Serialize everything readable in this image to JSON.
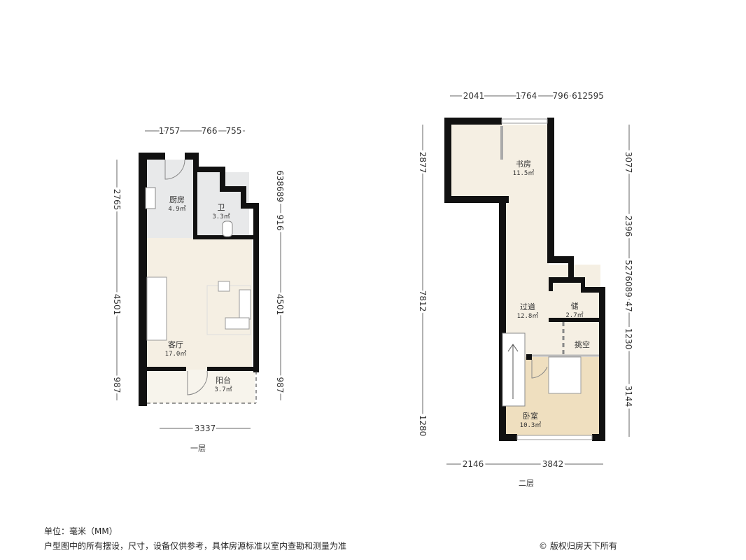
{
  "floor1": {
    "label": "一层",
    "rooms": {
      "kitchen": {
        "name": "厨房",
        "area": "4.9㎡"
      },
      "bath": {
        "name": "卫",
        "area": "3.3㎡"
      },
      "living": {
        "name": "客厅",
        "area": "17.0㎡"
      },
      "balcony": {
        "name": "阳台",
        "area": "3.7㎡"
      }
    },
    "dims_top": [
      "1757",
      "766",
      "755"
    ],
    "dims_left": [
      "2765",
      "4501",
      "987"
    ],
    "dims_right": [
      "638689",
      "916",
      "4501",
      "987"
    ],
    "dims_bottom": [
      "3337"
    ]
  },
  "floor2": {
    "label": "二层",
    "rooms": {
      "study": {
        "name": "书房",
        "area": "11.5㎡"
      },
      "corridor": {
        "name": "过道",
        "area": "12.8㎡"
      },
      "storage": {
        "name": "储",
        "area": "2.7㎡"
      },
      "void": {
        "name": "挑空"
      },
      "bedroom": {
        "name": "卧室",
        "area": "10.3㎡"
      }
    },
    "dims_top": [
      "2041",
      "1764",
      "796",
      "612595"
    ],
    "dims_left": [
      "2877",
      "7812",
      "1280"
    ],
    "dims_right": [
      "3077",
      "2396",
      "5276089",
      "47",
      "1230",
      "3144"
    ],
    "dims_bottom": [
      "2146",
      "3842"
    ]
  },
  "footer": {
    "unit": "单位：毫米（MM）",
    "disclaimer": "户型图中的所有摆设，尺寸，设备仅供参考，具体房源标准以室内查勘和测量为准",
    "copyright": "© 版权归房天下所有"
  },
  "colors": {
    "wall": "#111111",
    "floor": "#f5efe3",
    "wet": "#e8e9ea",
    "bedroom": "#efdfbf"
  }
}
